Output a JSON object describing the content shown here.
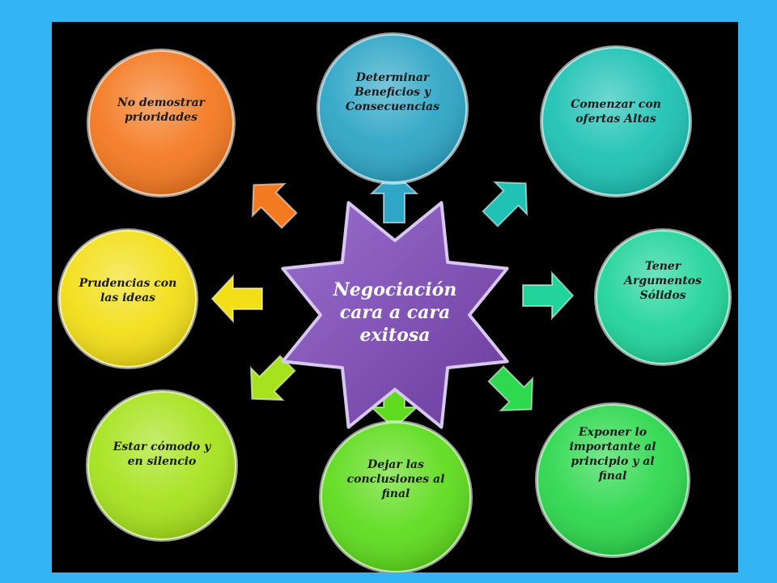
{
  "center": {
    "lines": [
      "Negociación",
      "cara a cara",
      "exitosa"
    ],
    "color": "#7e4fb0"
  },
  "nodes": [
    {
      "id": "orange",
      "lines": [
        "No demostrar",
        "prioridades"
      ],
      "color": "#f47a22"
    },
    {
      "id": "blue",
      "lines": [
        "Determinar",
        "Beneficios y",
        "Consecuencias"
      ],
      "color": "#2fa6c6"
    },
    {
      "id": "teal",
      "lines": [
        "Comenzar con",
        "ofertas Altas"
      ],
      "color": "#1fc2b5"
    },
    {
      "id": "green1",
      "lines": [
        "Tener",
        "Argumentos",
        "Sólidos"
      ],
      "color": "#22d49a"
    },
    {
      "id": "green2",
      "lines": [
        "Exponer lo",
        "importante al",
        "principio y al",
        "final"
      ],
      "color": "#2ed84f"
    },
    {
      "id": "green3",
      "lines": [
        "Dejar las",
        "conclusiones al",
        "final"
      ],
      "color": "#5fdc1e"
    },
    {
      "id": "lime",
      "lines": [
        "Estar cómodo y",
        "en silencio"
      ],
      "color": "#a6e31e"
    },
    {
      "id": "yellow",
      "lines": [
        "Prudencias con",
        "las ideas"
      ],
      "color": "#f2df18"
    }
  ]
}
